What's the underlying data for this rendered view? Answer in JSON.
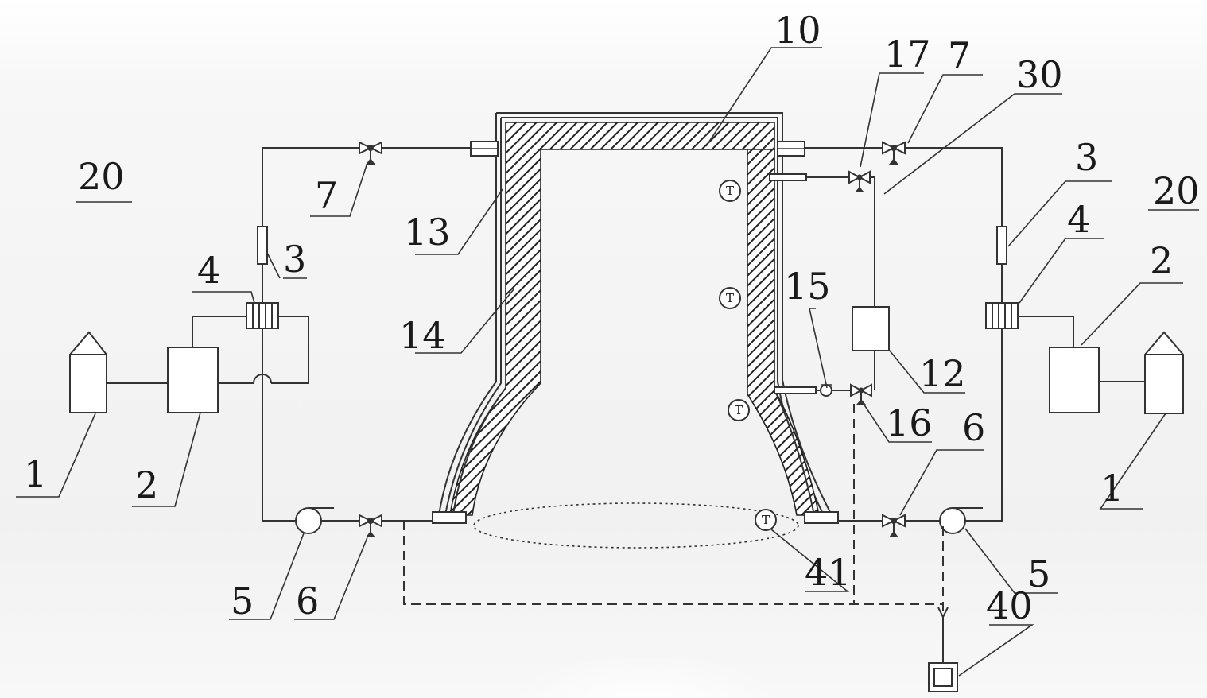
{
  "labels": {
    "air_source": "1",
    "compressor": "2",
    "flowmeter": "3",
    "mixer": "4",
    "pump": "5",
    "valve_lower": "6",
    "valve_upper": "7",
    "reactor": "10",
    "tank": "12",
    "outer_wall": "13",
    "inner_wall": "14",
    "check_valve": "15",
    "valve_16": "16",
    "valve_17": "17",
    "supply_unit": "20",
    "return_unit": "30",
    "controller": "40",
    "bottom_sensor": "41"
  },
  "sensor_symbol": "T",
  "colors": {
    "line": "#333333",
    "text": "#1a1a1a",
    "background": "#ffffff"
  }
}
